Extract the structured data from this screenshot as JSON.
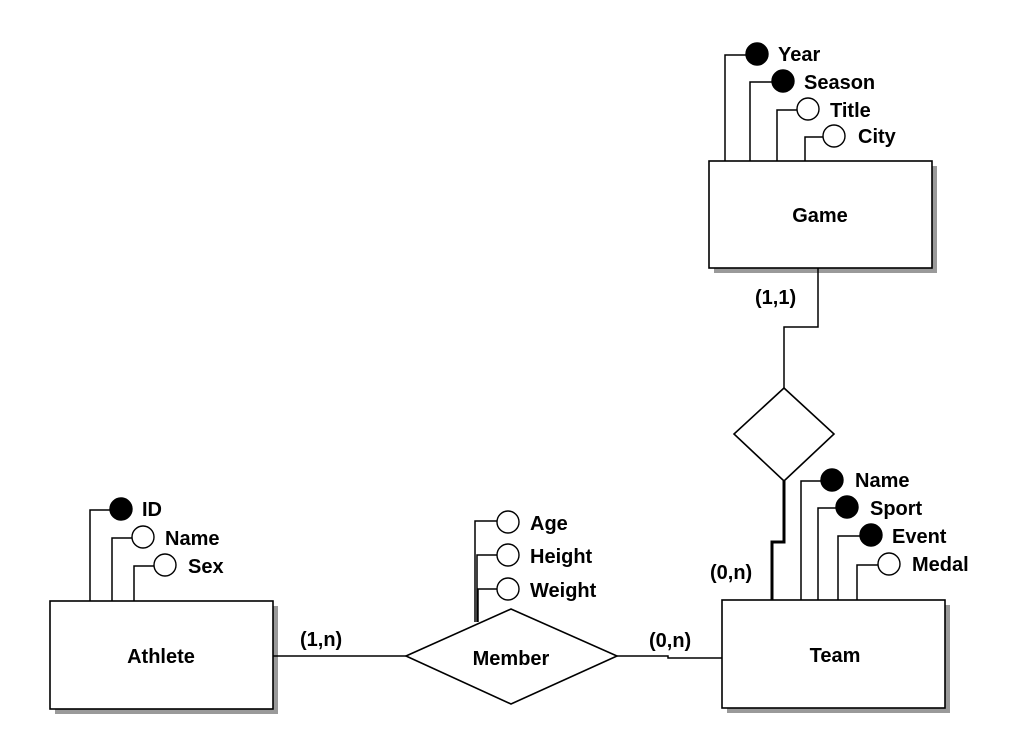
{
  "entities": {
    "game": {
      "label": "Game",
      "attributes": [
        {
          "label": "Year",
          "key": true
        },
        {
          "label": "Season",
          "key": true
        },
        {
          "label": "Title",
          "key": false
        },
        {
          "label": "City",
          "key": false
        }
      ]
    },
    "athlete": {
      "label": "Athlete",
      "attributes": [
        {
          "label": "ID",
          "key": true
        },
        {
          "label": "Name",
          "key": false
        },
        {
          "label": "Sex",
          "key": false
        }
      ]
    },
    "team": {
      "label": "Team",
      "attributes": [
        {
          "label": "Name",
          "key": true
        },
        {
          "label": "Sport",
          "key": true
        },
        {
          "label": "Event",
          "key": true
        },
        {
          "label": "Medal",
          "key": false
        }
      ]
    }
  },
  "relationships": {
    "member": {
      "label": "Member",
      "attributes": [
        {
          "label": "Age",
          "key": false
        },
        {
          "label": "Height",
          "key": false
        },
        {
          "label": "Weight",
          "key": false
        }
      ]
    },
    "game_team": {
      "label": ""
    }
  },
  "cardinalities": {
    "game_side": "(1,1)",
    "team_game_side": "(0,n)",
    "athlete_side": "(1,n)",
    "team_member_side": "(0,n)"
  }
}
